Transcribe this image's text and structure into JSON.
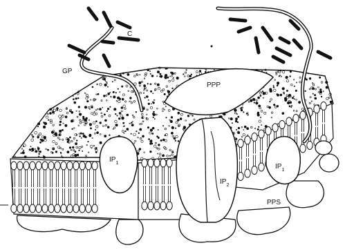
{
  "labels": {
    "c": "C",
    "gp": "GP",
    "ppp": "PPP",
    "ip1_left": {
      "main": "IP",
      "sub": "1"
    },
    "ip2": {
      "main": "IP",
      "sub": "2"
    },
    "ip1_right": {
      "main": "IP",
      "sub": "1"
    },
    "pps": "PPS"
  },
  "colors": {
    "ink": "#111111",
    "paper": "#ffffff"
  }
}
